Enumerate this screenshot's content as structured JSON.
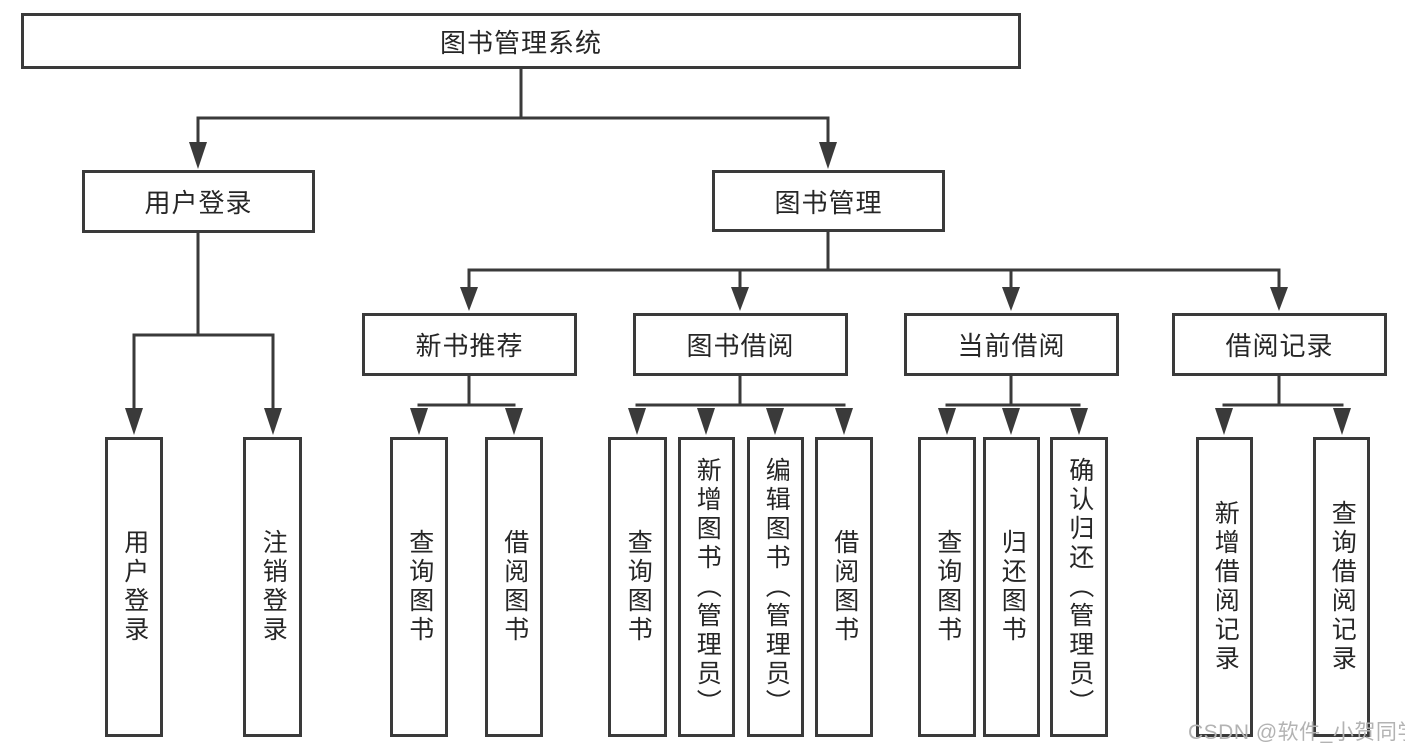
{
  "tree": {
    "root": {
      "label": "图书管理系统"
    },
    "children": [
      {
        "label": "用户登录",
        "children": [
          {
            "label": "用户登录"
          },
          {
            "label": "注销登录"
          }
        ]
      },
      {
        "label": "图书管理",
        "children": [
          {
            "label": "新书推荐",
            "children": [
              {
                "label": "查询图书"
              },
              {
                "label": "借阅图书"
              }
            ]
          },
          {
            "label": "图书借阅",
            "children": [
              {
                "label": "查询图书"
              },
              {
                "label": "新增图书（管理员）"
              },
              {
                "label": "编辑图书（管理员）"
              },
              {
                "label": "借阅图书"
              }
            ]
          },
          {
            "label": "当前借阅",
            "children": [
              {
                "label": "查询图书"
              },
              {
                "label": "归还图书"
              },
              {
                "label": "确认归还（管理员）"
              }
            ]
          },
          {
            "label": "借阅记录",
            "children": [
              {
                "label": "新增借阅记录"
              },
              {
                "label": "查询借阅记录"
              }
            ]
          }
        ]
      }
    ]
  },
  "watermark": "CSDN @软件_小贺同学",
  "colors": {
    "line": "#3a3a3a",
    "text": "#262626",
    "watermark": "#b3b3b3",
    "background": "#ffffff"
  }
}
